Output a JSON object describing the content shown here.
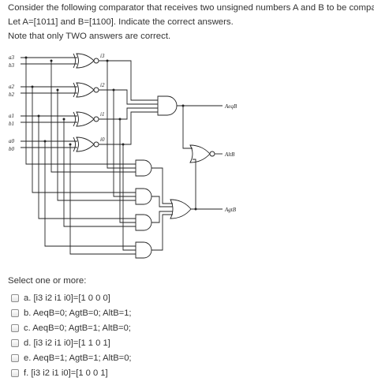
{
  "question": {
    "line1": "Consider the following comparator that receives two unsigned numbers A and B to be compared.",
    "line2": "Let A=[1011] and B=[1100]. Indicate the correct answers.",
    "line3": "Note that only TWO answers are correct."
  },
  "circuit": {
    "inputs": [
      "a3",
      "b3",
      "a2",
      "b2",
      "a1",
      "b1",
      "a0",
      "b0"
    ],
    "xnor_outputs": [
      "i3",
      "i2",
      "i1",
      "i0"
    ],
    "outputs": [
      "AeqB",
      "AltB",
      "AgtB"
    ]
  },
  "prompt": "Select one or more:",
  "options": [
    {
      "label": "a. [i3 i2 i1 i0]=[1 0 0 0]"
    },
    {
      "label": "b. AeqB=0; AgtB=0; AltB=1;"
    },
    {
      "label": "c. AeqB=0; AgtB=1; AltB=0;"
    },
    {
      "label": "d. [i3 i2 i1 i0]=[1 1 0 1]"
    },
    {
      "label": "e. AeqB=1; AgtB=1; AltB=0;"
    },
    {
      "label": "f. [i3 i2 i1 i0]=[1 0 0 1]"
    }
  ]
}
